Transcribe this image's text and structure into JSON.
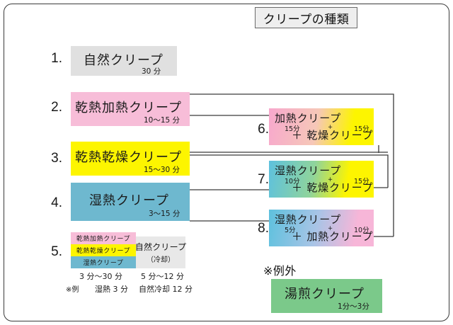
{
  "header": {
    "title": "クリープの種類"
  },
  "colors": {
    "pink": "#f7bdd8",
    "yellow": "#fdf500",
    "blue": "#6eb8cf",
    "gray": "#e0e0e0",
    "green": "#7bc98a",
    "line": "#3a3a3a",
    "border": "#3a3a3a"
  },
  "items": [
    {
      "number": "1.",
      "label": "自然クリープ",
      "time": "30 分",
      "color": "#e0e0e0"
    },
    {
      "number": "2.",
      "label": "乾熱加熱クリープ",
      "time": "10〜15 分",
      "color": "#f7bdd8"
    },
    {
      "number": "3.",
      "label": "乾熱乾燥クリープ",
      "time": "15〜30 分",
      "color": "#fdf500"
    },
    {
      "number": "4.",
      "label": "湿熱クリープ",
      "time": "3〜15 分",
      "color": "#6eb8cf"
    }
  ],
  "item5": {
    "number": "5.",
    "stack": [
      {
        "label": "乾熱加熱クリープ",
        "color": "#f7bdd8"
      },
      {
        "label": "乾熱乾燥クリープ",
        "color": "#fdf500"
      },
      {
        "label": "湿熱クリープ",
        "color": "#6eb8cf"
      }
    ],
    "side_box": {
      "line1": "自然クリープ",
      "line2": "（冷却）",
      "color": "#e8e8e8"
    },
    "time_left": "3 分〜30 分",
    "time_right": "5 分〜12 分",
    "note_prefix": "※例",
    "note_left": "湿熱 3 分",
    "note_right": "自然冷却 12 分"
  },
  "combos": [
    {
      "number": "6.",
      "line1": "加熱クリープ",
      "line2": "＋ 乾燥クリープ",
      "time1": "15分",
      "plus": "+",
      "time2": "15分",
      "gradient_from": "#f7a8cd",
      "gradient_to": "#fdf500"
    },
    {
      "number": "7.",
      "line1": "湿熱クリープ",
      "line2": "＋ 乾燥クリープ",
      "time1": "10分",
      "plus": "+",
      "time2": "15分",
      "gradient_from": "#5ec1de",
      "gradient_to": "#fdf500"
    },
    {
      "number": "8.",
      "line1": "湿熱クリープ",
      "line2": "＋ 加熱クリープ",
      "time1": "5分",
      "plus": "+",
      "time2": "10分",
      "gradient_from": "#5ec1de",
      "gradient_to": "#f7b6d8"
    }
  ],
  "exception": {
    "heading": "※例外",
    "label": "湯煎クリープ",
    "time": "1分〜3分",
    "color": "#7bc98a"
  }
}
